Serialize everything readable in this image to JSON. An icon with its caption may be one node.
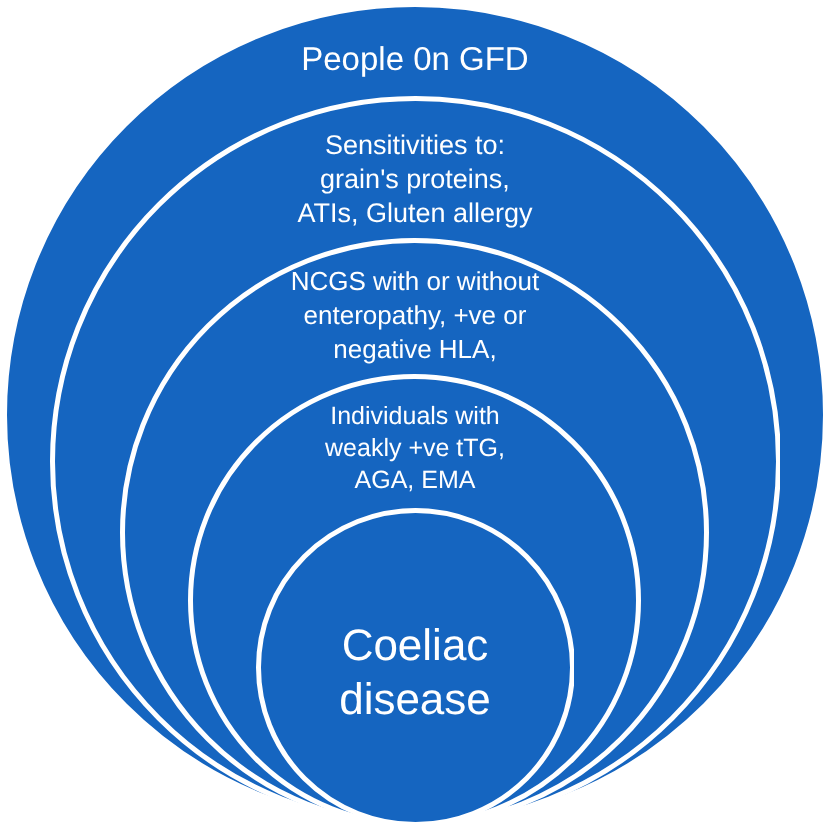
{
  "diagram": {
    "nodes": [
      {
        "text": [
          "People 0n GFD"
        ]
      },
      {
        "text": [
          "Sensitivities to: grain's proteins, ATIs, Gluten allergy"
        ],
        "in": 0
      },
      {
        "text": [
          "NCGS with or without enteropathy, +ve or negative HLA,"
        ],
        "in": 1
      },
      {
        "text": [
          "Individuals with weakly +ve tTG, AGA, EMA"
        ],
        "in": 2
      },
      {
        "text": [
          "Coeliac disease"
        ],
        "in": 3
      }
    ]
  }
}
